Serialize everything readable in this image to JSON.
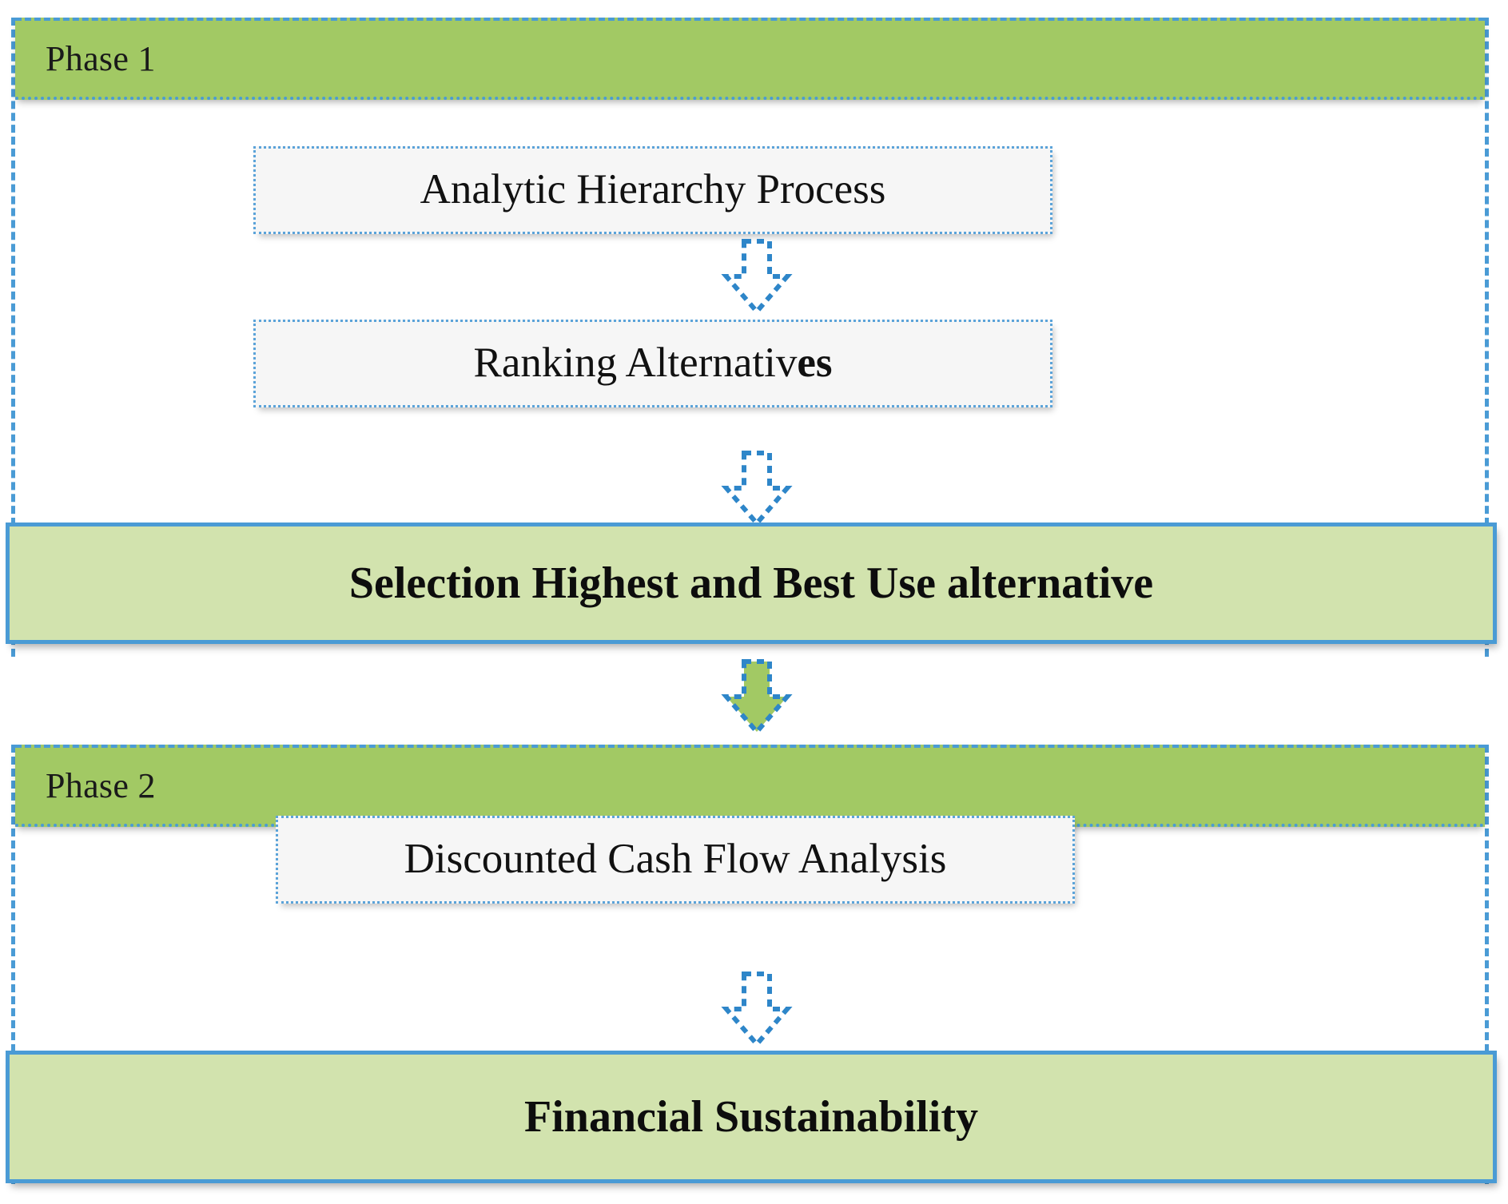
{
  "diagram": {
    "title": "Two-phase Highest and Best Use and Financial Sustainability framework",
    "colors": {
      "phase_header_green": "#A2C964",
      "outcome_light_green": "#D2E3AE",
      "border_blue": "#4A9BD5",
      "process_box_fill": "#F6F6F6",
      "text": "#111111"
    }
  },
  "phases": [
    {
      "header_label": "Phase 1",
      "steps": [
        {
          "label": "Analytic Hierarchy Process"
        },
        {
          "label_main": "Ranking Alternativ",
          "label_bold_tail": "es",
          "label": "Ranking Alternatives"
        }
      ],
      "outcome": {
        "label": "Selection Highest and Best Use alternative"
      }
    },
    {
      "header_label": "Phase 2",
      "steps": [
        {
          "label": "Discounted Cash Flow Analysis"
        }
      ],
      "outcome": {
        "label": "Financial Sustainability"
      }
    }
  ],
  "arrows": [
    {
      "name": "arrow-ahp-to-ranking",
      "direction": "down",
      "fill": "#FFFFFF",
      "stroke": "#2E86C9"
    },
    {
      "name": "arrow-ranking-to-selection",
      "direction": "down",
      "fill": "#FFFFFF",
      "stroke": "#2E86C9"
    },
    {
      "name": "arrow-phase1-to-phase2",
      "direction": "down",
      "fill": "#A2C964",
      "stroke": "#2E86C9"
    },
    {
      "name": "arrow-dcf-to-financial",
      "direction": "down",
      "fill": "#FFFFFF",
      "stroke": "#2E86C9"
    }
  ]
}
